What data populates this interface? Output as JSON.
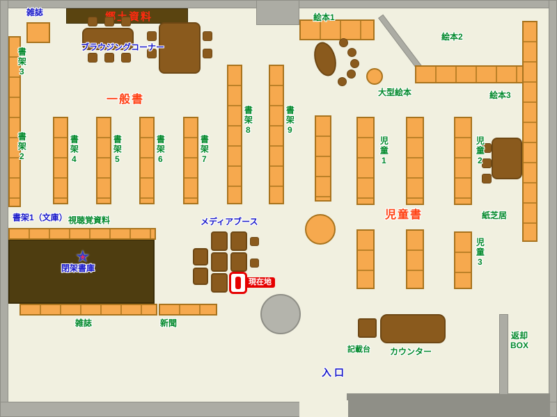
{
  "map": {
    "name": "図書館フロアマップ",
    "colors": {
      "floor": "#f1f0e0",
      "wall": "#acaca4",
      "wall_dark": "#8f8f87",
      "shelf": "#f6a94e",
      "shelf_border": "#a8731d",
      "table": "#8a5a1d",
      "dark_area": "#4e3d10",
      "label_red": "#ff4013",
      "label_green": "#00882a",
      "label_blue": "#1616c8",
      "marker_red": "#e60000"
    },
    "icons": {
      "star": "★"
    },
    "labels": {
      "magazines_top": "雑誌",
      "local_materials": "郷土資料",
      "browsing_corner": "ブラウジングコーナー",
      "general_books": "一般書",
      "shelf1_bunko": "書架1（文庫）",
      "shelf2": "書架2",
      "shelf3": "書架3",
      "shelf4": "書架4",
      "shelf5": "書架5",
      "shelf6": "書架6",
      "shelf7": "書架7",
      "shelf8": "書架8",
      "shelf9": "書架9",
      "picture_books1": "絵本1",
      "picture_books2": "絵本2",
      "picture_books3": "絵本3",
      "large_picture_books": "大型絵本",
      "children1": "児童1",
      "children2": "児童2",
      "children3": "児童3",
      "children_books": "児童書",
      "kamishibai": "紙芝居",
      "audio_visual": "視聴覚資料",
      "media_booth": "メディアブース",
      "closed_stacks": "閉架書庫",
      "current_location": "現在地",
      "magazines_bottom": "雑誌",
      "newspapers": "新聞",
      "entrance": "入口",
      "writing_desk": "記載台",
      "counter": "カウンター",
      "return_box_line1": "返却",
      "return_box_line2": "BOX"
    }
  }
}
